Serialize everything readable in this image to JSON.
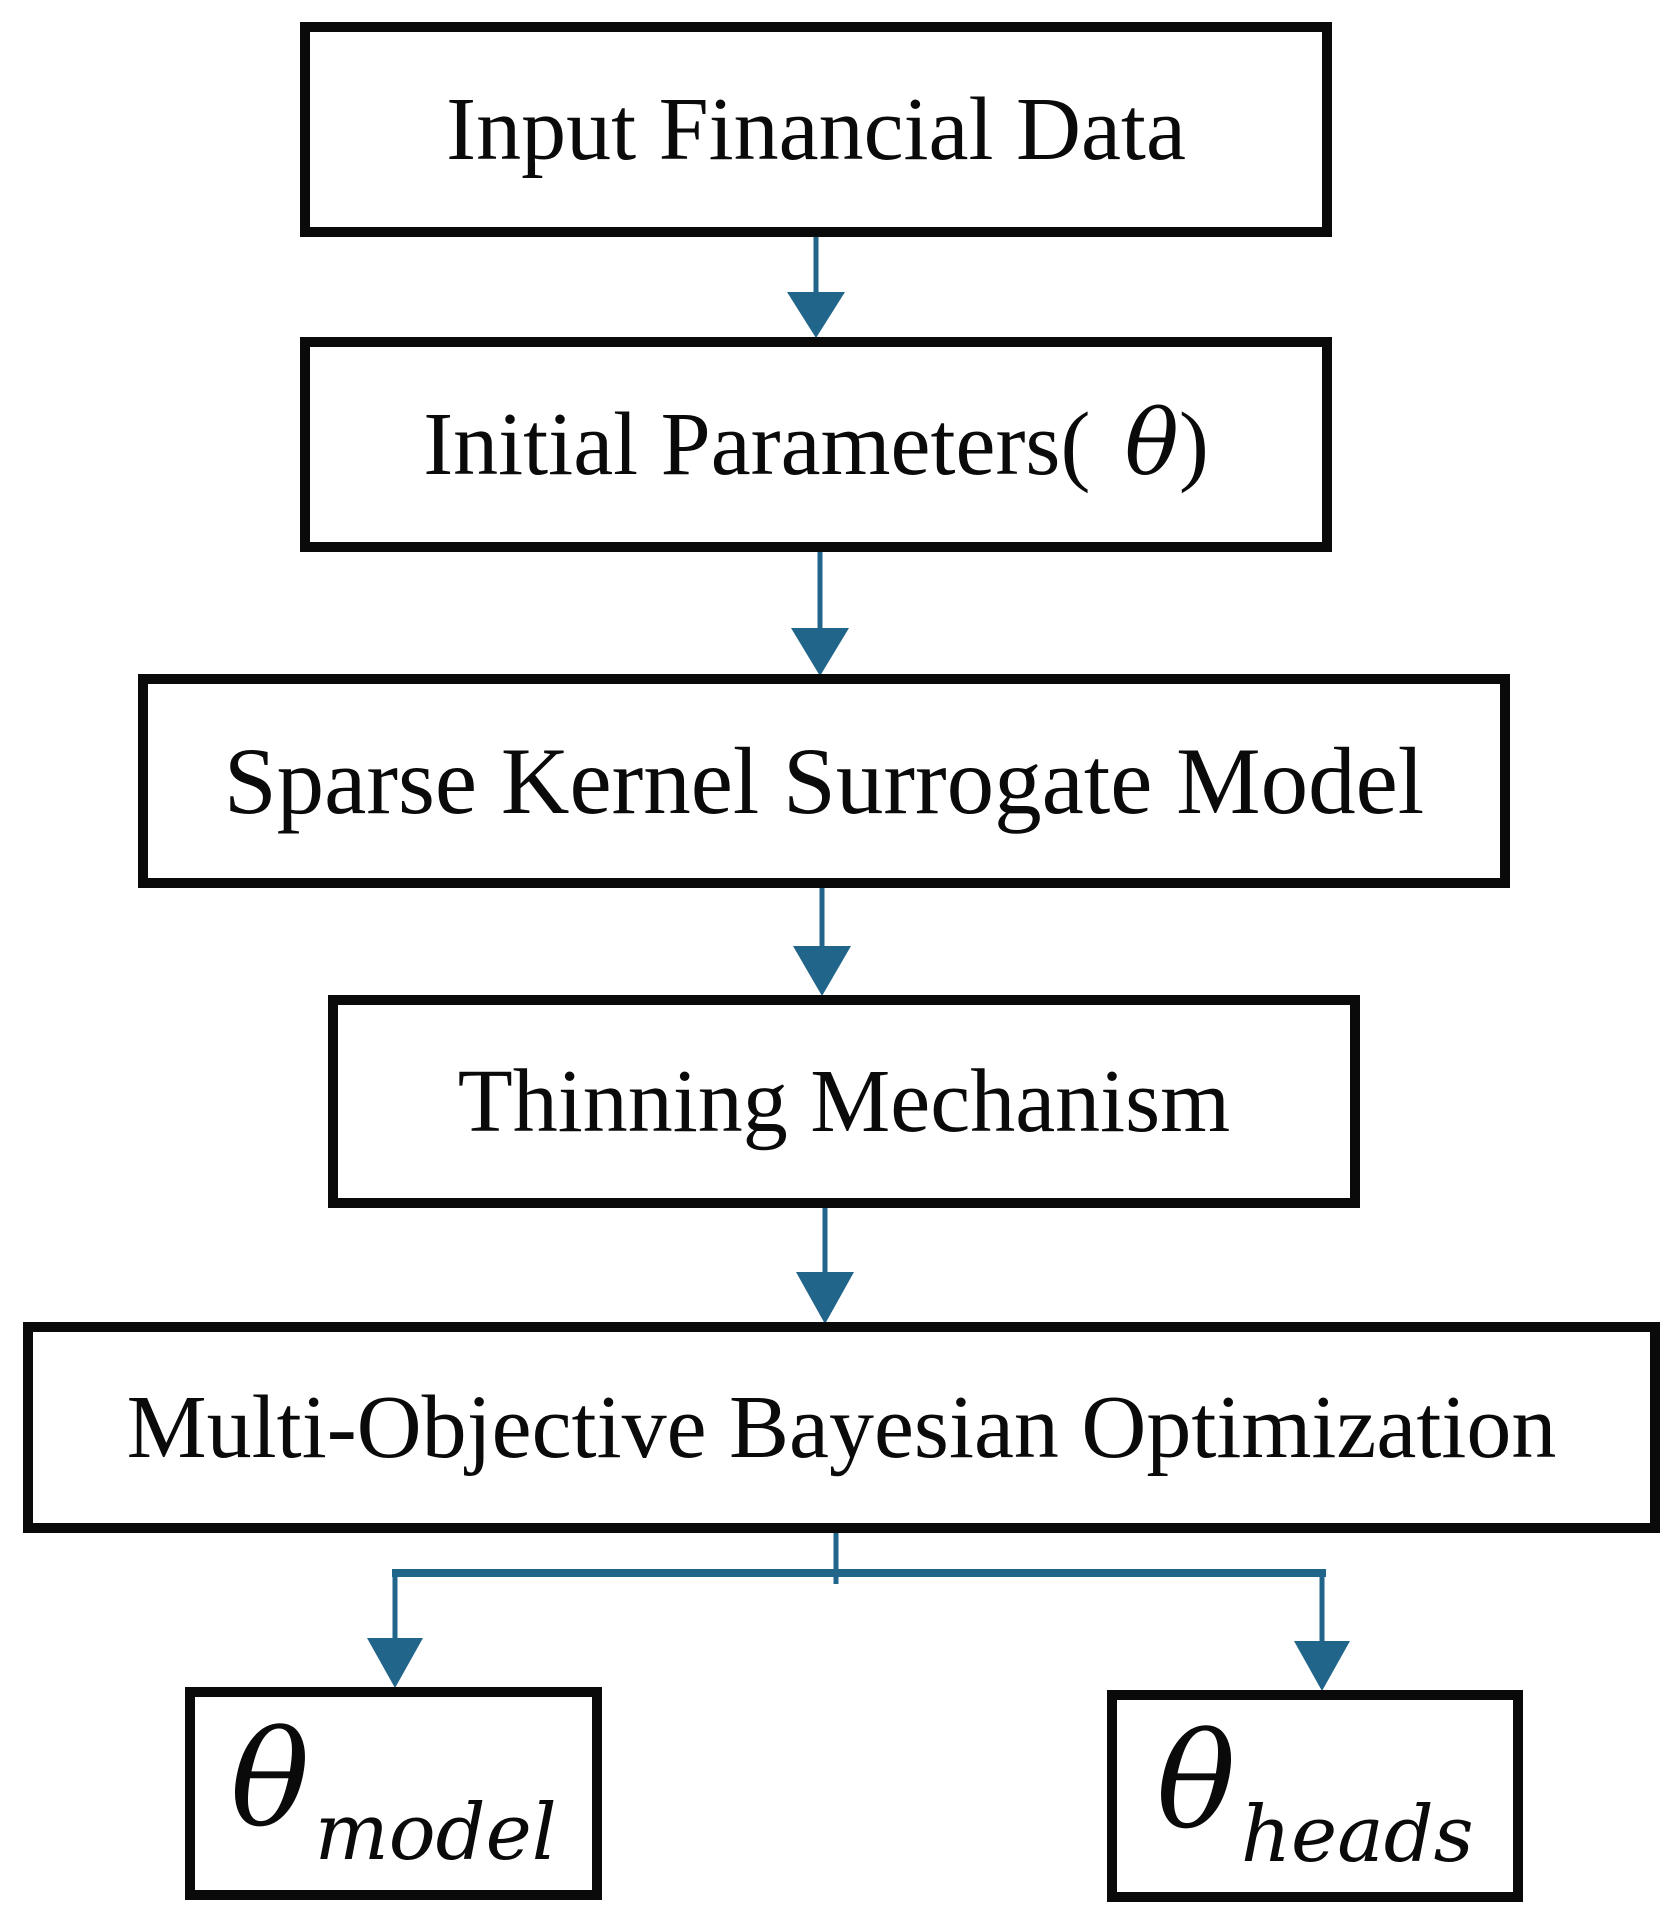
{
  "diagram": {
    "type": "flowchart",
    "background_color": "#ffffff",
    "box_border_color": "#0a0a0a",
    "text_color": "#0a0a0a",
    "accent_color": "#21658a",
    "nodes": [
      {
        "id": "input-financial-data",
        "label": "Input Financial Data"
      },
      {
        "id": "initial-parameters",
        "label_prefix": "Initial Parameters(",
        "theta": "θ",
        "label_suffix": ")"
      },
      {
        "id": "sparse-kernel-surrogate-model",
        "label": "Sparse Kernel Surrogate Model"
      },
      {
        "id": "thinning-mechanism",
        "label": "Thinning Mechanism"
      },
      {
        "id": "multi-objective-bayesian-optimization",
        "label": "Multi-Objective Bayesian Optimization"
      },
      {
        "id": "theta-model",
        "symbol": "θ",
        "subscript": "model"
      },
      {
        "id": "theta-heads",
        "symbol": "θ",
        "subscript": "heads"
      }
    ],
    "edges": [
      {
        "from": "input-financial-data",
        "to": "initial-parameters"
      },
      {
        "from": "initial-parameters",
        "to": "sparse-kernel-surrogate-model"
      },
      {
        "from": "sparse-kernel-surrogate-model",
        "to": "thinning-mechanism"
      },
      {
        "from": "thinning-mechanism",
        "to": "multi-objective-bayesian-optimization"
      },
      {
        "from": "multi-objective-bayesian-optimization",
        "to": "theta-model"
      },
      {
        "from": "multi-objective-bayesian-optimization",
        "to": "theta-heads"
      }
    ]
  }
}
